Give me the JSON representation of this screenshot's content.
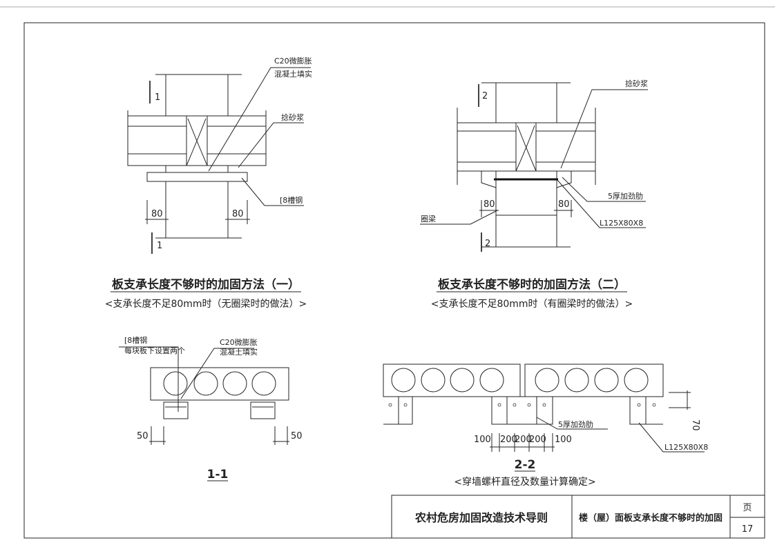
{
  "drawing1": {
    "section_mark": "1",
    "label_concrete_line1": "C20微膨胀",
    "label_concrete_line2": "混凝土填实",
    "label_mortar": "捻砂浆",
    "label_channel": "[8槽钢",
    "dim_left": "80",
    "dim_right": "80",
    "title": "板支承长度不够时的加固方法（一）",
    "subtitle": "<支承长度不足80mm时（无圈梁时的做法）>"
  },
  "drawing2": {
    "section_mark": "2",
    "label_mortar": "捻砂浆",
    "label_stiffener": "5厚加劲肋",
    "label_ring_beam": "圈梁",
    "label_angle": "L125X80X8",
    "dim_left": "80",
    "dim_right": "80",
    "title": "板支承长度不够时的加固方法（二）",
    "subtitle": "<支承长度不足80mm时（有圈梁时的做法）>"
  },
  "section11": {
    "label_channel_line1": "[8槽钢",
    "label_channel_line2": "每块板下设置两个",
    "label_concrete_line1": "C20微膨胀",
    "label_concrete_line2": "混凝土填实",
    "dim_left": "50",
    "dim_right": "50",
    "title": "1-1"
  },
  "section22": {
    "dims": [
      "100",
      "200",
      "200",
      "200",
      "100"
    ],
    "dim_height": "70",
    "label_stiffener": "5厚加劲肋",
    "label_angle": "L125X80X8",
    "title": "2-2",
    "subtitle": "<穿墙螺杆直径及数量计算确定>"
  },
  "title_block": {
    "book_title": "农村危房加固改造技术导则",
    "sheet_title": "楼（屋）面板支承长度不够时的加固",
    "page_label": "页",
    "page_number": "17"
  }
}
